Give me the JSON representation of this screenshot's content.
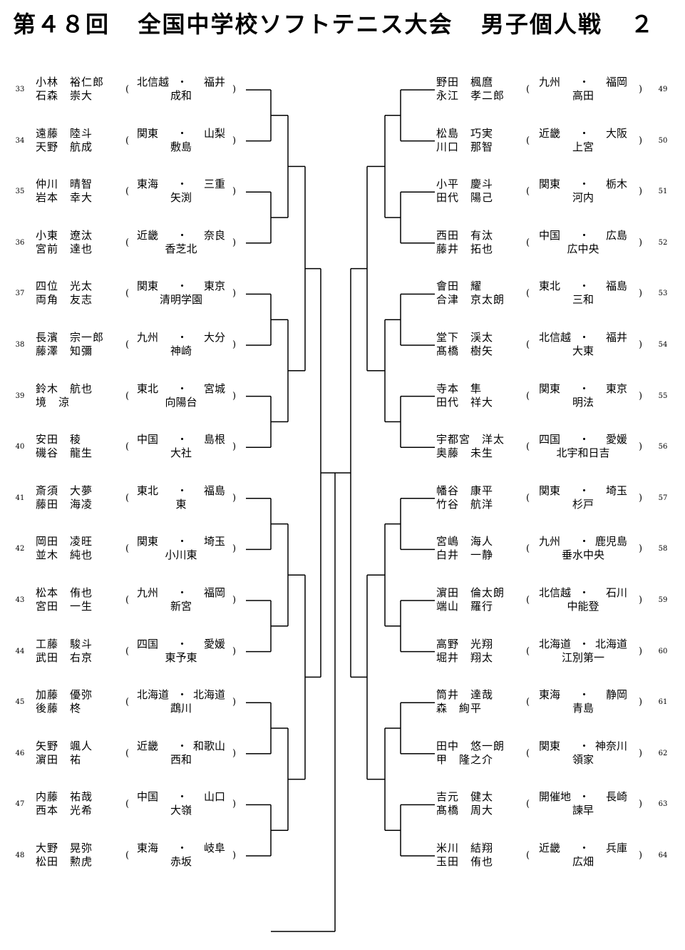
{
  "title": [
    "第４８回",
    "全国中学校ソフトテニス大会",
    "男子個人戦",
    "２"
  ],
  "left": [
    {
      "no": "33",
      "p1": "小林　裕仁郎",
      "p2": "石森　崇大",
      "region": "北信越",
      "pref": "福井",
      "school": "成和"
    },
    {
      "no": "34",
      "p1": "遠藤　陸斗",
      "p2": "天野　航成",
      "region": "関東",
      "pref": "山梨",
      "school": "敷島"
    },
    {
      "no": "35",
      "p1": "仲川　晴智",
      "p2": "岩本　幸大",
      "region": "東海",
      "pref": "三重",
      "school": "矢渕"
    },
    {
      "no": "36",
      "p1": "小東　遼汰",
      "p2": "宮前　達也",
      "region": "近畿",
      "pref": "奈良",
      "school": "香芝北"
    },
    {
      "no": "37",
      "p1": "四位　光太",
      "p2": "両角　友志",
      "region": "関東",
      "pref": "東京",
      "school": "清明学園"
    },
    {
      "no": "38",
      "p1": "長濱　宗一郎",
      "p2": "藤澤　知彌",
      "region": "九州",
      "pref": "大分",
      "school": "神崎"
    },
    {
      "no": "39",
      "p1": "鈴木　航也",
      "p2": "境　涼",
      "region": "東北",
      "pref": "宮城",
      "school": "向陽台"
    },
    {
      "no": "40",
      "p1": "安田　稜",
      "p2": "磯谷　龍生",
      "region": "中国",
      "pref": "島根",
      "school": "大社"
    },
    {
      "no": "41",
      "p1": "斎須　大夢",
      "p2": "藤田　海凌",
      "region": "東北",
      "pref": "福島",
      "school": "東"
    },
    {
      "no": "42",
      "p1": "岡田　凌旺",
      "p2": "並木　純也",
      "region": "関東",
      "pref": "埼玉",
      "school": "小川東"
    },
    {
      "no": "43",
      "p1": "松本　侑也",
      "p2": "宮田　一生",
      "region": "九州",
      "pref": "福岡",
      "school": "新宮"
    },
    {
      "no": "44",
      "p1": "工藤　駿斗",
      "p2": "武田　右京",
      "region": "四国",
      "pref": "愛媛",
      "school": "東予東"
    },
    {
      "no": "45",
      "p1": "加藤　優弥",
      "p2": "後藤　柊",
      "region": "北海道",
      "pref": "北海道",
      "school": "鵡川"
    },
    {
      "no": "46",
      "p1": "矢野　颯人",
      "p2": "濵田　祐",
      "region": "近畿",
      "pref": "和歌山",
      "school": "西和"
    },
    {
      "no": "47",
      "p1": "内藤　祐哉",
      "p2": "西本　光希",
      "region": "中国",
      "pref": "山口",
      "school": "大嶺"
    },
    {
      "no": "48",
      "p1": "大野　晃弥",
      "p2": "松田　勲虎",
      "region": "東海",
      "pref": "岐阜",
      "school": "赤坂"
    }
  ],
  "right": [
    {
      "no": "49",
      "p1": "野田　楓麿",
      "p2": "永江　孝二郎",
      "region": "九州",
      "pref": "福岡",
      "school": "高田"
    },
    {
      "no": "50",
      "p1": "松島　巧実",
      "p2": "川口　那智",
      "region": "近畿",
      "pref": "大阪",
      "school": "上宮"
    },
    {
      "no": "51",
      "p1": "小平　慶斗",
      "p2": "田代　陽己",
      "region": "関東",
      "pref": "栃木",
      "school": "河内"
    },
    {
      "no": "52",
      "p1": "西田　有汰",
      "p2": "藤井　拓也",
      "region": "中国",
      "pref": "広島",
      "school": "広中央"
    },
    {
      "no": "53",
      "p1": "會田　耀",
      "p2": "合津　京太朗",
      "region": "東北",
      "pref": "福島",
      "school": "三和"
    },
    {
      "no": "54",
      "p1": "堂下　渓太",
      "p2": "髙橋　樹矢",
      "region": "北信越",
      "pref": "福井",
      "school": "大東"
    },
    {
      "no": "55",
      "p1": "寺本　隼",
      "p2": "田代　祥大",
      "region": "関東",
      "pref": "東京",
      "school": "明法"
    },
    {
      "no": "56",
      "p1": "宇都宮　洋太",
      "p2": "奥藤　未生",
      "region": "四国",
      "pref": "愛媛",
      "school": "北宇和日吉"
    },
    {
      "no": "57",
      "p1": "幡谷　康平",
      "p2": "竹谷　航洋",
      "region": "関東",
      "pref": "埼玉",
      "school": "杉戸"
    },
    {
      "no": "58",
      "p1": "宮嶋　海人",
      "p2": "白井　一静",
      "region": "九州",
      "pref": "鹿児島",
      "school": "垂水中央"
    },
    {
      "no": "59",
      "p1": "濵田　倫太朗",
      "p2": "端山　羅行",
      "region": "北信越",
      "pref": "石川",
      "school": "中能登"
    },
    {
      "no": "60",
      "p1": "高野　光翔",
      "p2": "堀井　翔太",
      "region": "北海道",
      "pref": "北海道",
      "school": "江別第一"
    },
    {
      "no": "61",
      "p1": "筒井　達哉",
      "p2": "森　絢平",
      "region": "東海",
      "pref": "静岡",
      "school": "青島"
    },
    {
      "no": "62",
      "p1": "田中　悠一朗",
      "p2": "甲　隆之介",
      "region": "関東",
      "pref": "神奈川",
      "school": "領家"
    },
    {
      "no": "63",
      "p1": "吉元　健太",
      "p2": "髙橋　周大",
      "region": "開催地",
      "pref": "長崎",
      "school": "諫早"
    },
    {
      "no": "64",
      "p1": "米川　結翔",
      "p2": "玉田　侑也",
      "region": "近畿",
      "pref": "兵庫",
      "school": "広畑"
    }
  ],
  "symbols": {
    "open": "(",
    "close": ")",
    "dot": "・"
  }
}
